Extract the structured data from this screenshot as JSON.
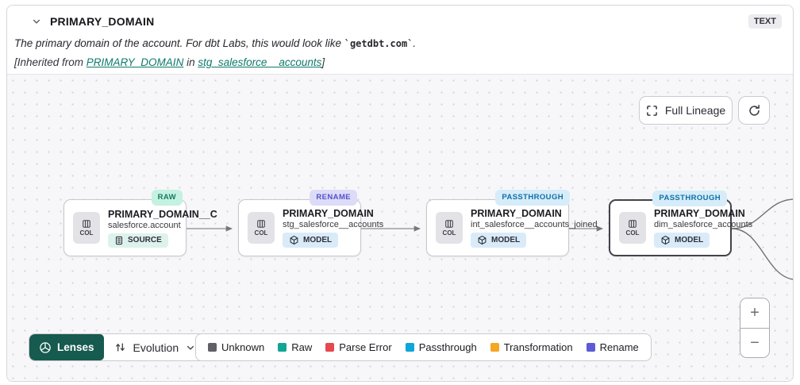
{
  "header": {
    "title": "PRIMARY_DOMAIN",
    "type_badge": "TEXT",
    "description_prefix": "The primary domain of the account. For dbt Labs, this would look like ",
    "description_code": "`getdbt.com`",
    "description_suffix": ".",
    "inherited_prefix": "[Inherited from ",
    "inherited_link1": "PRIMARY_DOMAIN",
    "inherited_middle": " in ",
    "inherited_link2": "stg_salesforce__accounts",
    "inherited_suffix": "]"
  },
  "canvas": {
    "full_lineage_label": "Full Lineage",
    "zoom_in_label": "+",
    "zoom_out_label": "−",
    "nodes": [
      {
        "title": "PRIMARY_DOMAIN__C",
        "subtitle": "salesforce.account",
        "resource_type": "SOURCE",
        "evolution_badge": "RAW",
        "col_label": "COL",
        "selected": false
      },
      {
        "title": "PRIMARY_DOMAIN",
        "subtitle": "stg_salesforce__accounts",
        "resource_type": "MODEL",
        "evolution_badge": "RENAME",
        "col_label": "COL",
        "selected": false
      },
      {
        "title": "PRIMARY_DOMAIN",
        "subtitle": "int_salesforce__accounts_joined",
        "resource_type": "MODEL",
        "evolution_badge": "PASSTHROUGH",
        "col_label": "COL",
        "selected": false
      },
      {
        "title": "PRIMARY_DOMAIN",
        "subtitle": "dim_salesforce_accounts",
        "resource_type": "MODEL",
        "evolution_badge": "PASSTHROUGH",
        "col_label": "COL",
        "selected": true
      }
    ]
  },
  "footer": {
    "lenses_label": "Lenses",
    "lens_selected": "Evolution",
    "legend": [
      {
        "label": "Unknown",
        "color": "#606066"
      },
      {
        "label": "Raw",
        "color": "#12a594"
      },
      {
        "label": "Parse Error",
        "color": "#e5484d"
      },
      {
        "label": "Passthrough",
        "color": "#0ea5d9"
      },
      {
        "label": "Transformation",
        "color": "#f5a623"
      },
      {
        "label": "Rename",
        "color": "#5b5bd6"
      }
    ]
  },
  "badge_styles": {
    "RAW": {
      "bg": "#c5f1e1",
      "fg": "#18795f"
    },
    "RENAME": {
      "bg": "#dcdcf8",
      "fg": "#5351cd"
    },
    "PASSTHROUGH": {
      "bg": "#d6ecf9",
      "fg": "#0f70a8"
    }
  },
  "colors": {
    "link_teal": "#0d7a6c",
    "lenses_bg": "#175a4f",
    "source_badge_bg": "#def2ec",
    "model_badge_bg": "#d9ebf8",
    "selected_node_border": "#43434b",
    "canvas_bg": "#f7f7f9"
  }
}
